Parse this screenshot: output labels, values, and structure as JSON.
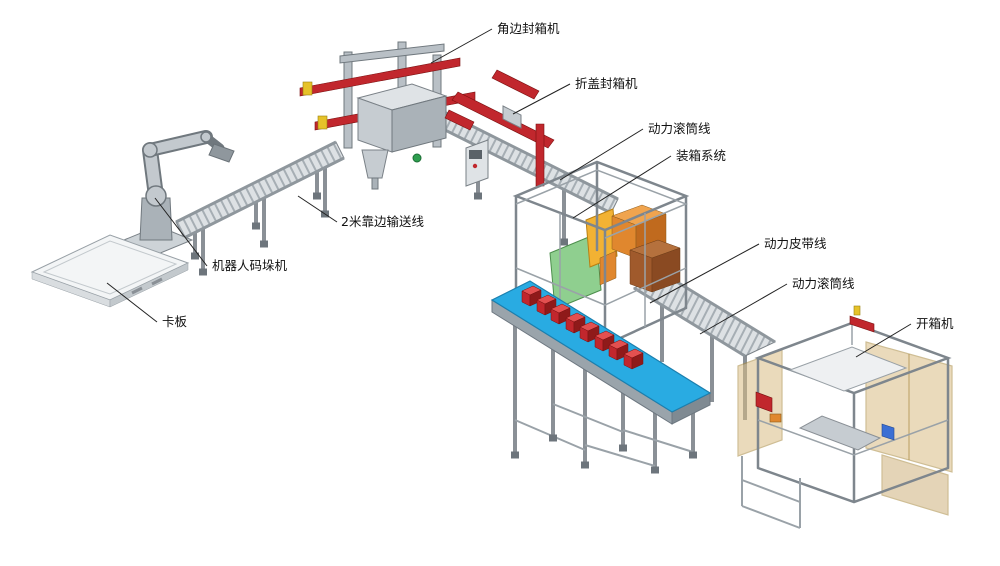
{
  "labels": [
    {
      "id": "corner-sealer",
      "text": "角边封箱机"
    },
    {
      "id": "flap-sealer",
      "text": "折盖封箱机"
    },
    {
      "id": "roller-line-top",
      "text": "动力滚筒线"
    },
    {
      "id": "case-packer",
      "text": "装箱系统"
    },
    {
      "id": "belt-line",
      "text": "动力皮带线"
    },
    {
      "id": "roller-line-right",
      "text": "动力滚筒线"
    },
    {
      "id": "case-erector",
      "text": "开箱机"
    },
    {
      "id": "edge-conveyor",
      "text": "2米靠边输送线"
    },
    {
      "id": "robot-palletizer",
      "text": "机器人码垛机"
    },
    {
      "id": "pallet",
      "text": "卡板"
    }
  ],
  "colors": {
    "machine_red": "#c1272d",
    "belt_blue": "#29abe2",
    "belt_edge": "#1b7fae",
    "box_red": "#c1272d",
    "box_orange": "#e0872e",
    "box_brown": "#a05a2c",
    "panel_green": "#8fcf8f",
    "panel_yellow": "#f2b233",
    "fence_tan": "#d9bd85",
    "fence_tan_dark": "#cfb27e",
    "accent_yellow": "#e6c229",
    "part_blue": "#3b6fd4",
    "frame_gray": "#8a9096",
    "roller_gray": "#dde1e4",
    "background": "#ffffff"
  }
}
